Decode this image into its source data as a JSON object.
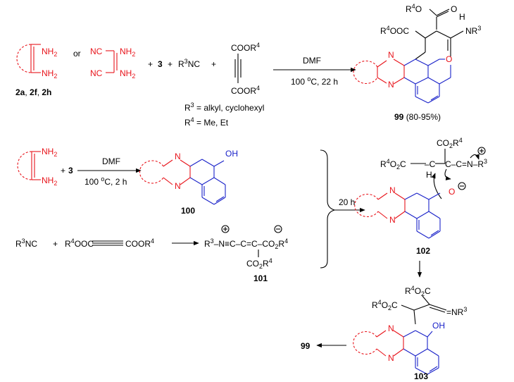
{
  "eq1": {
    "reactant_label": "2a, 2f, 2h",
    "or": "or",
    "plus1": "+",
    "reagent3": "3",
    "plus2": "+",
    "isocyanide": "R3NC",
    "plus3": "+",
    "alkyne_top": "COOR4",
    "alkyne_bottom": "COOR4",
    "conditions_top": "DMF",
    "conditions_bottom": "100 oC, 22 h",
    "r3_def": "R3 = alkyl, cyclohexyl",
    "r4_def": "R4 = Me, Et",
    "product_number": "99",
    "product_yield": "(80-95%)",
    "product_groups": {
      "r4o": "R4O",
      "oh_h": "H",
      "nr3": "NR3",
      "r4ooc": "R4OOC",
      "o": "O"
    }
  },
  "eq2": {
    "plus": "+",
    "reagent3": "3",
    "conditions_top": "DMF",
    "conditions_bottom": "100 oC, 2 h",
    "product_number": "100",
    "oh": "OH"
  },
  "eq3": {
    "isocyanide": "R3NC",
    "plus": "+",
    "left_ester": "R4OOC",
    "right_ester": "COOR4",
    "zwitterion": "R3–N≡C–C=C–CO2R4",
    "sub_ester": "CO2R4",
    "product_number": "101"
  },
  "merge": {
    "time": "20 h"
  },
  "int102": {
    "number": "102",
    "co2r4_top": "CO2R4",
    "left_ester": "R4O2C",
    "h": "H",
    "imine": "C=N–R3"
  },
  "int103": {
    "number": "103",
    "top_ester": "R4O2C",
    "left_ester": "R4O2C",
    "imine": "=NR3",
    "oh": "OH"
  },
  "final": {
    "product_number": "99"
  },
  "colors": {
    "red": "#e8141b",
    "blue": "#1a22c9",
    "black": "#000000"
  },
  "icons": [
    "plus-charge-icon",
    "minus-charge-icon",
    "curved-arrow-icon"
  ]
}
